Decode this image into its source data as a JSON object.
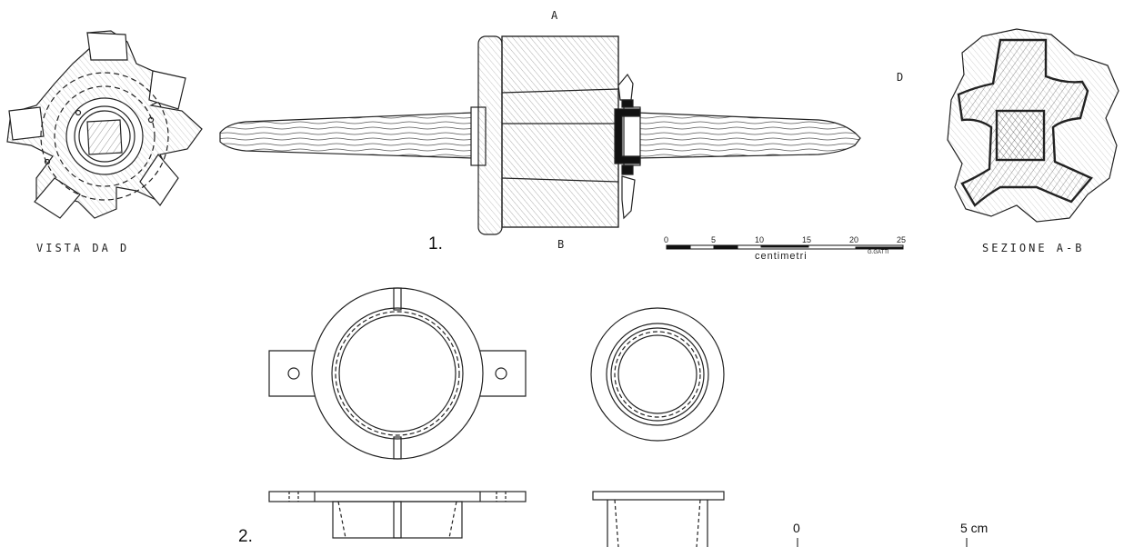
{
  "figure1": {
    "number": "1.",
    "letters": {
      "top": "A",
      "bottom": "B",
      "right": "D"
    },
    "left_view_label": "VISTA DA D",
    "right_view_label": "SEZIONE A-B",
    "scale": {
      "ticks": [
        "0",
        "5",
        "10",
        "15",
        "20",
        "25"
      ],
      "unit": "centimetri",
      "credit": "G.GATTI"
    }
  },
  "figure2": {
    "number": "2.",
    "scale": {
      "ticks": [
        "0",
        "5 cm"
      ]
    }
  }
}
